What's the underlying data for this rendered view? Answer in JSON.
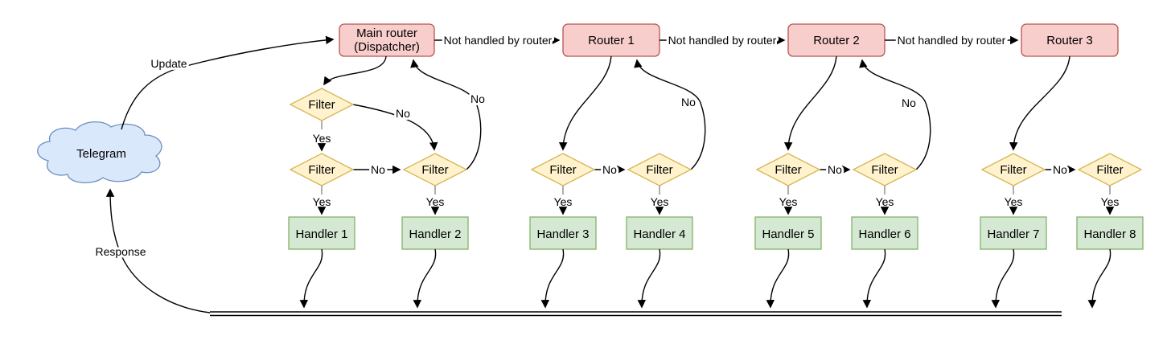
{
  "nodes": {
    "cloud_label": "Telegram",
    "dispatcher_line1": "Main router",
    "dispatcher_line2": "(Dispatcher)",
    "routers": [
      "Router 1",
      "Router 2",
      "Router 3"
    ],
    "filter": "Filter",
    "handlers": [
      "Handler 1",
      "Handler 2",
      "Handler 3",
      "Handler 4",
      "Handler 5",
      "Handler 6",
      "Handler 7",
      "Handler 8"
    ]
  },
  "edge_labels": {
    "update": "Update",
    "response": "Response",
    "not_handled": "Not handled by router",
    "yes": "Yes",
    "no": "No"
  },
  "colors": {
    "router_fill": "#f8cecc",
    "router_stroke": "#b85450",
    "filter_fill": "#fff2cc",
    "filter_stroke": "#d6b656",
    "handler_fill": "#d5e8d4",
    "handler_stroke": "#82b366",
    "cloud_fill": "#dae8fc",
    "cloud_stroke": "#6c8ebf",
    "edge": "#000000",
    "stub": "#999999"
  }
}
